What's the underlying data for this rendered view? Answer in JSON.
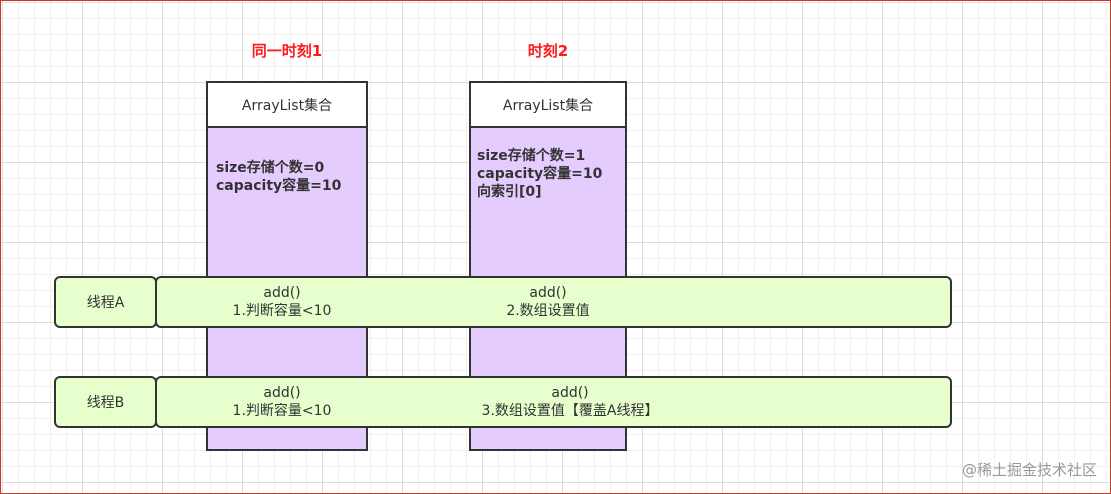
{
  "headings": {
    "moment1": "同一时刻1",
    "moment2": "时刻2"
  },
  "collection_title": "ArrayList集合",
  "column1": {
    "lines": [
      "size存储个数=0",
      "capacity容量=10"
    ]
  },
  "column2": {
    "lines": [
      "size存储个数=1",
      "capacity容量=10",
      "向索引[0]"
    ]
  },
  "threadA": {
    "label": "线程A",
    "step1": {
      "call": "add()",
      "desc": "1.判断容量<10"
    },
    "step2": {
      "call": "add()",
      "desc": "2.数组设置值"
    }
  },
  "threadB": {
    "label": "线程B",
    "step1": {
      "call": "add()",
      "desc": "1.判断容量<10"
    },
    "step2": {
      "call": "add()",
      "desc": "3.数组设置值【覆盖A线程】"
    }
  },
  "watermark": "@稀土掘金技术社区"
}
